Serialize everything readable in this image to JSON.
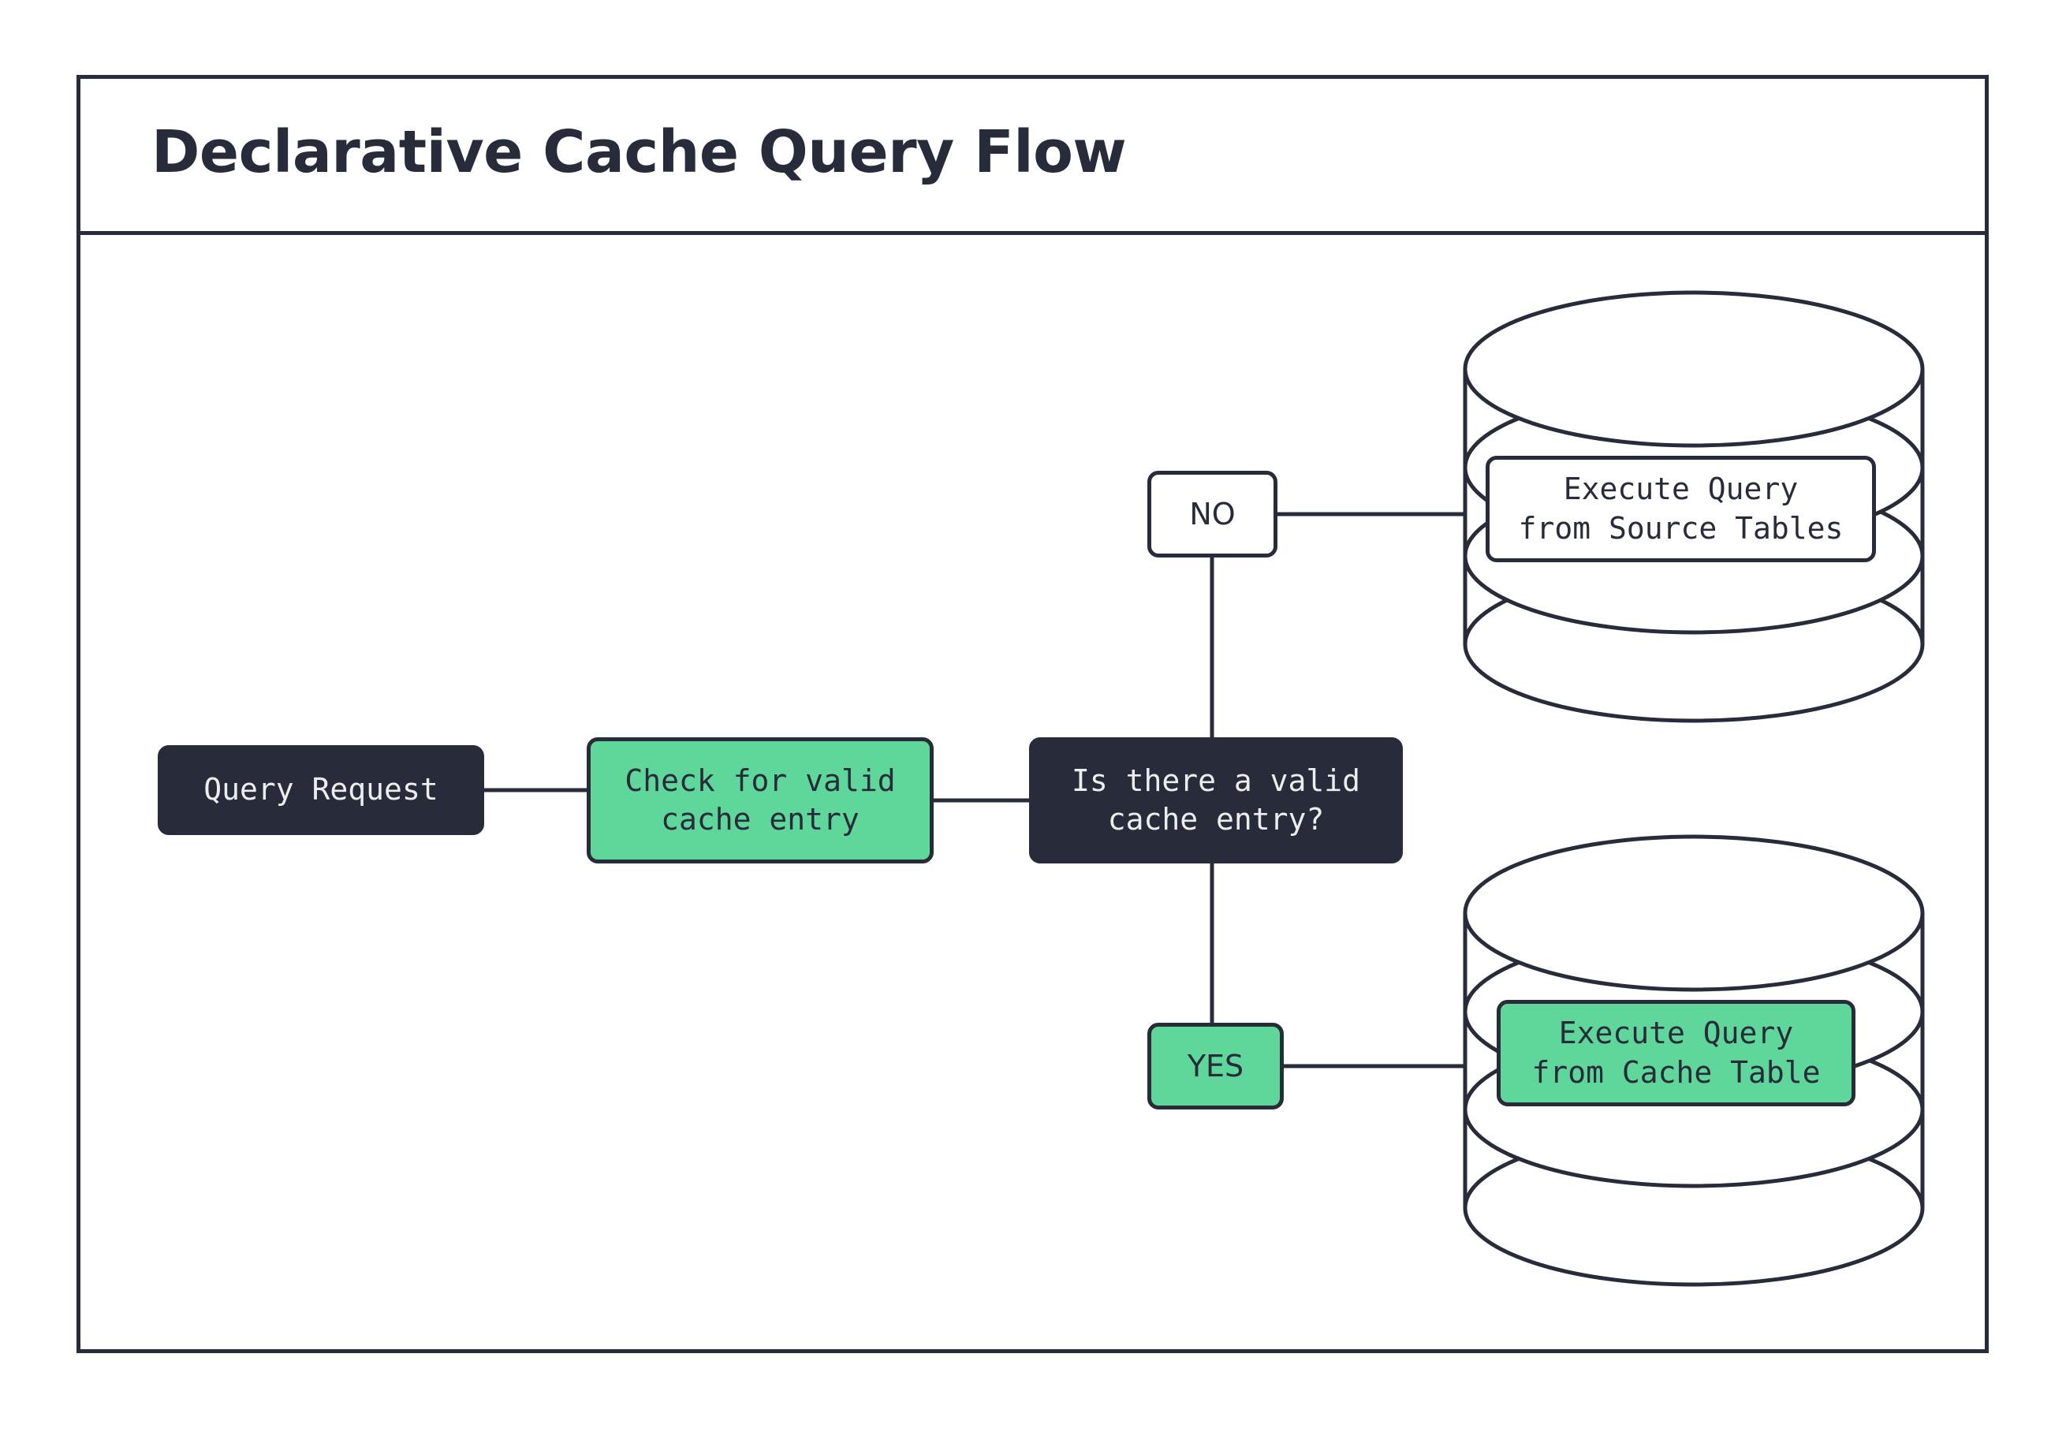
{
  "document": {
    "title": "Declarative Cache Query Flow"
  },
  "colors": {
    "ink": "#272B3A",
    "accent_green": "#5FD79B",
    "surface": "#FFFFFF",
    "dark_text": "#EDEDED"
  },
  "diagram": {
    "type": "flowchart",
    "orientation": "left-to-right",
    "nodes": [
      {
        "id": "query-request",
        "label": "Query Request",
        "shape": "rounded-rect",
        "style": "dark"
      },
      {
        "id": "check-cache",
        "label": "Check for valid\ncache entry",
        "shape": "rounded-rect",
        "style": "green"
      },
      {
        "id": "decision",
        "label": "Is there a valid\ncache entry?",
        "shape": "rounded-rect",
        "style": "dark"
      },
      {
        "id": "source-db",
        "label": "Execute Query\nfrom Source Tables",
        "shape": "cylinder",
        "style": "white"
      },
      {
        "id": "cache-db",
        "label": "Execute Query\nfrom Cache Table",
        "shape": "cylinder",
        "style": "green"
      }
    ],
    "branch_labels": [
      {
        "id": "no",
        "label": "NO",
        "style": "white",
        "target": "source-db"
      },
      {
        "id": "yes",
        "label": "YES",
        "style": "green",
        "target": "cache-db"
      }
    ],
    "edges": [
      {
        "from": "query-request",
        "to": "check-cache"
      },
      {
        "from": "check-cache",
        "to": "decision"
      },
      {
        "from": "decision",
        "to": "no",
        "direction": "up"
      },
      {
        "from": "no",
        "to": "source-db",
        "direction": "right"
      },
      {
        "from": "decision",
        "to": "yes",
        "direction": "down"
      },
      {
        "from": "yes",
        "to": "cache-db",
        "direction": "right"
      }
    ]
  }
}
